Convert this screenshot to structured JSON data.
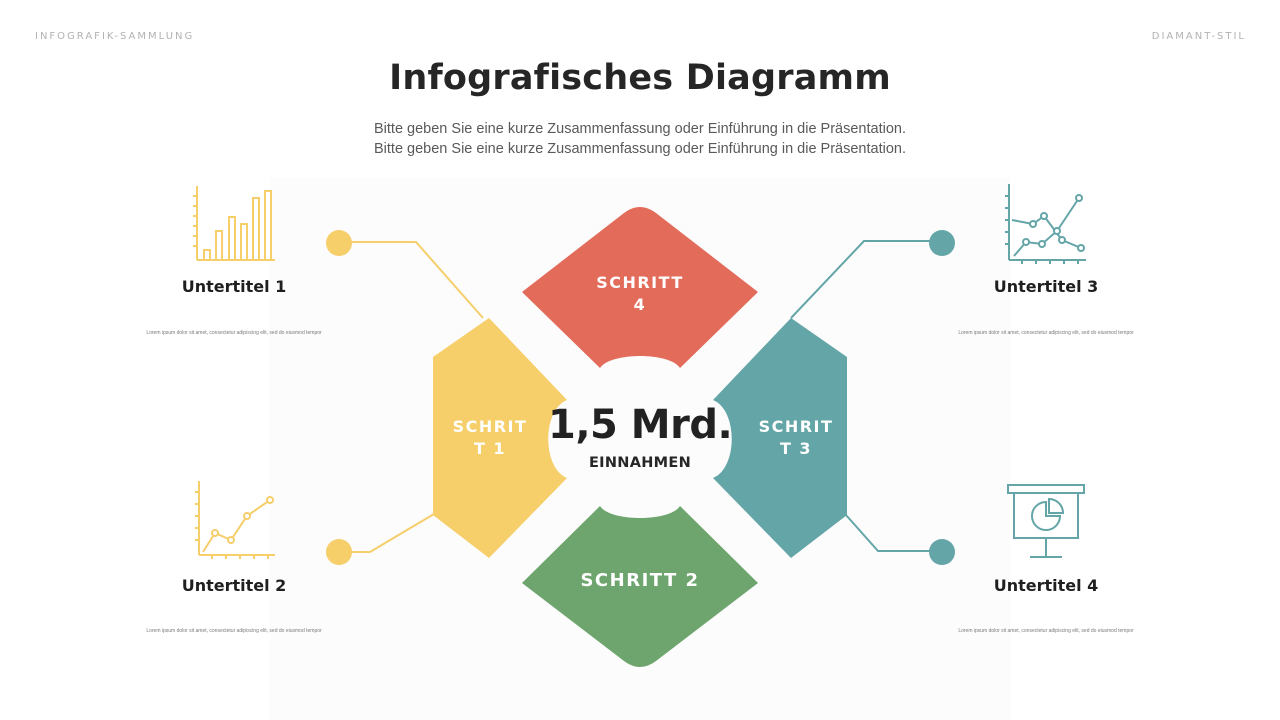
{
  "header": {
    "left": "INFOGRAFIK-SAMMLUNG",
    "right": "DIAMANT-STIL"
  },
  "title": "Infografisches Diagramm",
  "subtitle": {
    "line1": "Bitte geben Sie eine kurze Zusammenfassung oder Einführung in die Präsentation.",
    "line2": "Bitte geben Sie eine kurze Zusammenfassung oder Einführung in die Präsentation."
  },
  "center": {
    "value": "1,5 Mrd.",
    "caption": "EINNAHMEN"
  },
  "steps": [
    {
      "label": "SCHRITT 1",
      "color": "#f6ce6a"
    },
    {
      "label": "SCHRITT 2",
      "color": "#6ea56e"
    },
    {
      "label": "SCHRITT 3",
      "color": "#64a5a8"
    },
    {
      "label": "SCHRITT 4",
      "color": "#e36b5a"
    }
  ],
  "items": [
    {
      "title": "Untertitel 1",
      "text": "Lorem ipsum dolor sit amet, consectetur adipiscing elit, sed do eiusmod tempor",
      "icon": "bar-chart-icon",
      "color": "#f6ce6a"
    },
    {
      "title": "Untertitel 2",
      "text": "Lorem ipsum dolor sit amet, consectetur adipiscing elit, sed do eiusmod tempor",
      "icon": "line-chart-icon",
      "color": "#f6ce6a"
    },
    {
      "title": "Untertitel 3",
      "text": "Lorem ipsum dolor sit amet, consectetur adipiscing elit, sed do eiusmod tempor",
      "icon": "multi-line-chart-icon",
      "color": "#64a5a8"
    },
    {
      "title": "Untertitel 4",
      "text": "Lorem ipsum dolor sit amet, consectetur adipiscing elit, sed do eiusmod tempor",
      "icon": "presentation-pie-chart-icon",
      "color": "#64a5a8"
    }
  ]
}
